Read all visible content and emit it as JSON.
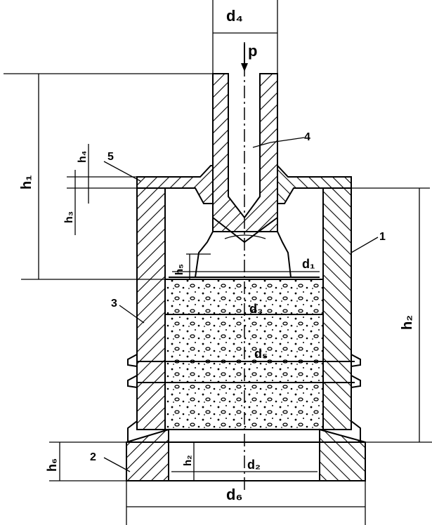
{
  "diagram": {
    "labels": {
      "d4": "d₄",
      "p": "p",
      "h1": "h₁",
      "h4": "h₄",
      "h3": "h₃",
      "part5": "5",
      "part4": "4",
      "part1": "1",
      "h5": "h₅",
      "d1": "d₁",
      "d3": "d₃",
      "part3": "3",
      "h2_right": "h₂",
      "d5": "d₅",
      "h2_bottom": "h₂",
      "d2": "d₂",
      "h6": "h₆",
      "part2": "2",
      "d6": "d₆"
    },
    "colors": {
      "ink": "#000000",
      "paper": "#ffffff"
    }
  }
}
